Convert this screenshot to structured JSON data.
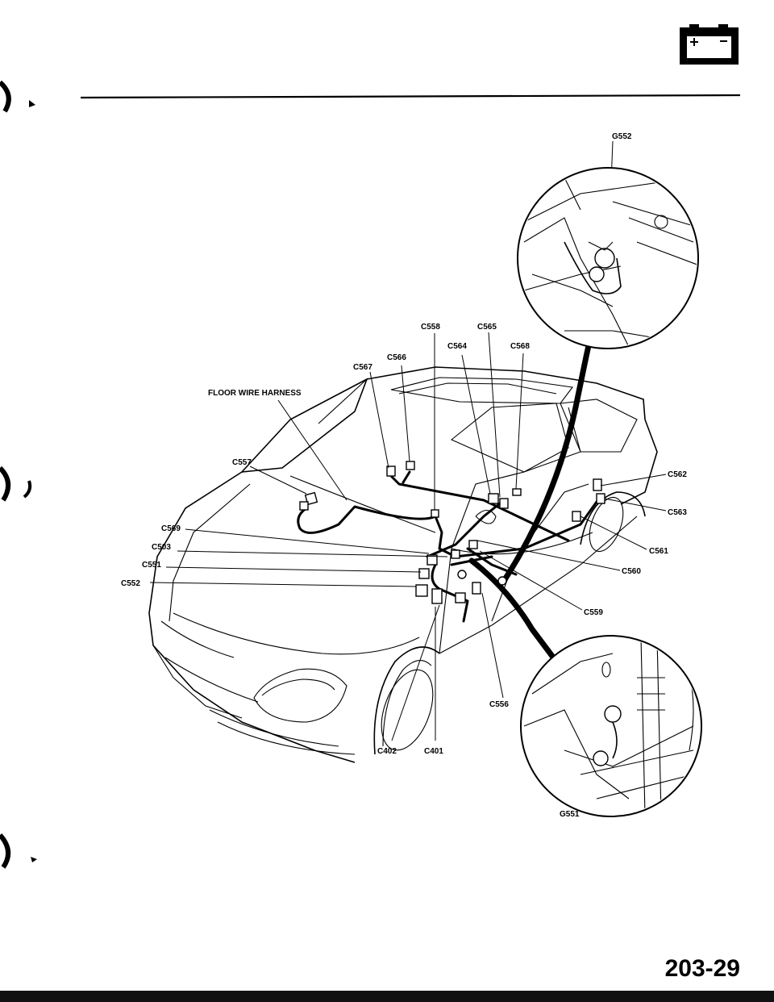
{
  "header": {
    "battery_icon": "battery-icon",
    "battery_symbol": "+ −"
  },
  "diagram": {
    "title": "FLOOR WIRE HARNESS",
    "ground_labels": {
      "top": "G552",
      "bottom": "G551"
    },
    "connector_labels": {
      "c558": "C558",
      "c565": "C565",
      "c564": "C564",
      "c568": "C568",
      "c566": "C566",
      "c567": "C567",
      "c557": "C557",
      "c562": "C562",
      "c563": "C563",
      "c569": "C569",
      "c503": "C503",
      "c551": "C551",
      "c552": "C552",
      "c561": "C561",
      "c560": "C560",
      "c559": "C559",
      "c556": "C556",
      "c402": "C402",
      "c401": "C401"
    }
  },
  "footer": {
    "page_number": "203-29"
  }
}
